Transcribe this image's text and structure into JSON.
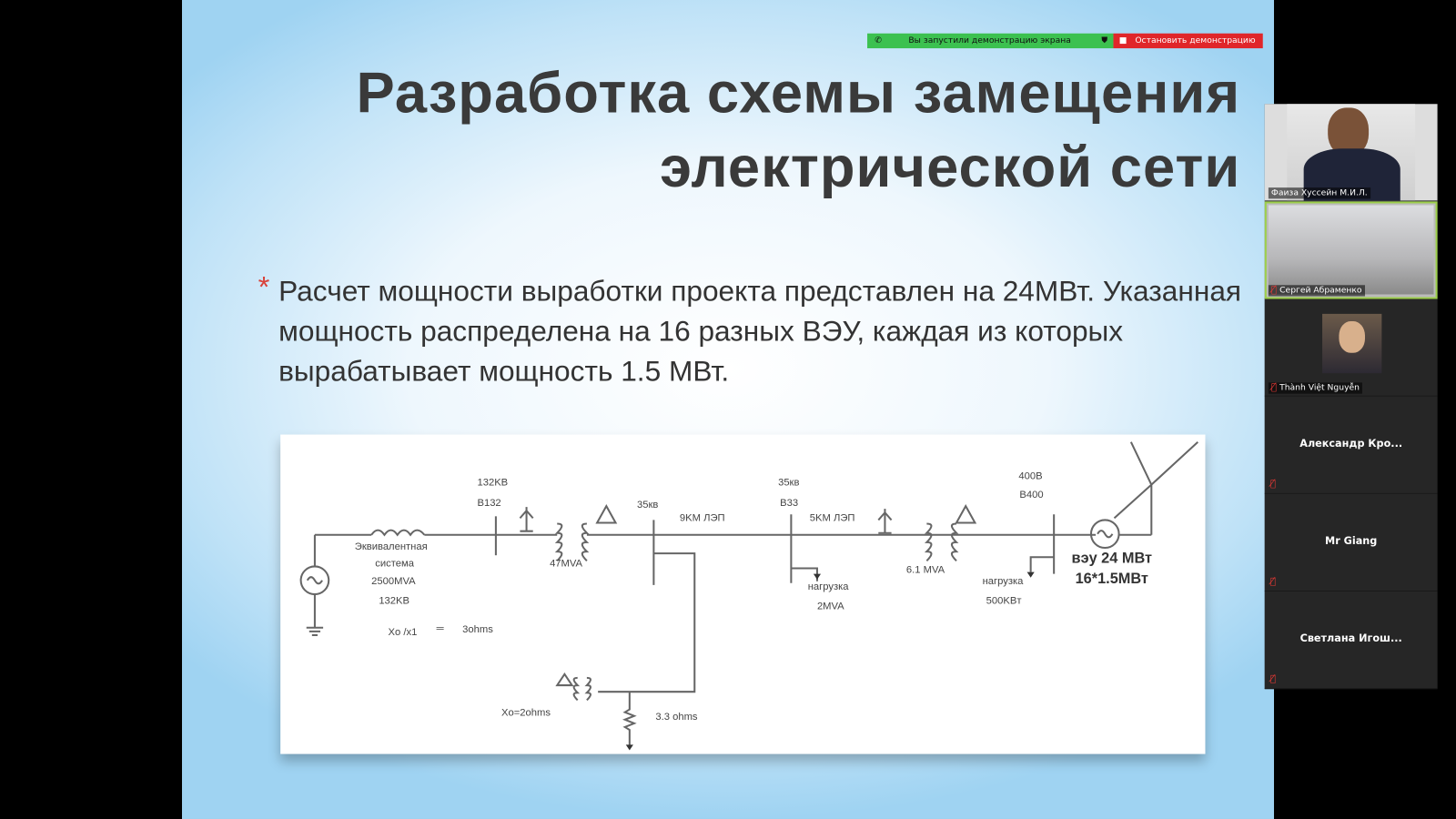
{
  "slide": {
    "title_line1": "Разработка схемы замещения",
    "title_line2": "электрической сети",
    "bullet_marker": "*",
    "bullet_text": "Расчет мощности выработки проекта представлен на 24МВт. Указанная мощность распределена на 16 разных ВЭУ, каждая из которых вырабатывает мощность 1.5 МВт."
  },
  "diagram": {
    "eq1": "Эквивалентная",
    "eq2": "система",
    "eq3": "2500MVA",
    "eq4": "132KB",
    "xo": "Xo /x1",
    "xo_val": "3ohms",
    "bus132_v": "132KB",
    "bus132": "B132",
    "t1": "47MVA",
    "bus35": "35кв",
    "line9": "9KM ЛЭП",
    "xo2": "Xo=2ohms",
    "r33": "3.3  ohms",
    "bus33_v": "35кв",
    "bus33": "B33",
    "line5": "5KM ЛЭП",
    "load1": "нагрузка",
    "load1_val": "2MVA",
    "t2": "6.1 MVA",
    "bus400_v": "400B",
    "bus400": "B400",
    "load2": "нагрузка",
    "load2_val": "500KBт",
    "wt1": "вэу 24  МВт",
    "wt2": "16*1.5МВт"
  },
  "share_bar": {
    "status": "Вы запустили демонстрацию экрана",
    "stop": "Остановить демонстрацию",
    "status_color": "#3cc150",
    "stop_color": "#e0262a"
  },
  "participants": [
    {
      "name": "Фаиза Хуссейн М.И.Л.",
      "video": true
    },
    {
      "name": "Сергей Абраменко",
      "video": true,
      "muted": true,
      "active": true
    },
    {
      "name": "Thành Việt Nguyễn",
      "video": true,
      "muted": true
    },
    {
      "name": "Александр  Кро...",
      "muted": true
    },
    {
      "name": "Mr Giang",
      "muted": true
    },
    {
      "name": "Светлана  Игош...",
      "muted": true
    }
  ]
}
